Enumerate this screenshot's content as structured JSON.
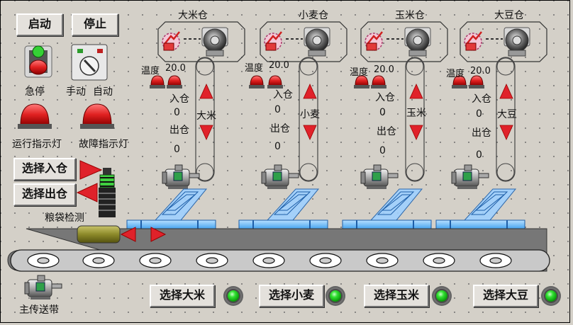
{
  "controls": {
    "start_label": "启动",
    "stop_label": "停止",
    "estop_label": "急停",
    "mode_manual_label": "手动",
    "mode_auto_label": "自动",
    "run_light_label": "运行指示灯",
    "fault_light_label": "故障指示灯",
    "select_in_label": "选择入仓",
    "select_out_label": "选择出仓",
    "bag_detect_label": "粮袋检测",
    "main_conveyor_label": "主传送带"
  },
  "silos": [
    {
      "name": "大米仓",
      "grain": "大米",
      "temp_label": "温度",
      "temp_value": "20.0",
      "in_label": "入仓",
      "in_count": "0",
      "out_label": "出仓",
      "out_count": "0",
      "select_label": "选择大米"
    },
    {
      "name": "小麦仓",
      "grain": "小麦",
      "temp_label": "温度",
      "temp_value": "20.0",
      "in_label": "入仓",
      "in_count": "0",
      "out_label": "出仓",
      "out_count": "0",
      "select_label": "选择小麦"
    },
    {
      "name": "玉米仓",
      "grain": "玉米",
      "temp_label": "温度",
      "temp_value": "20.0",
      "in_label": "入仓",
      "in_count": "0",
      "out_label": "出仓",
      "out_count": "0",
      "select_label": "选择玉米"
    },
    {
      "name": "大豆仓",
      "grain": "大豆",
      "temp_label": "温度",
      "temp_value": "20.0",
      "in_label": "入仓",
      "in_count": "0",
      "out_label": "出仓",
      "out_count": "0",
      "select_label": "选择大豆"
    }
  ],
  "colors": {
    "background": "#d4d0c8",
    "conveyor_blue": "#4aa6f0",
    "arrow_red": "#e0222a",
    "lamp_green": "#32e032",
    "lamp_red": "#e02020"
  },
  "icons": [
    "fan-icon",
    "heater-icon",
    "motor-icon",
    "alarm-light-icon",
    "emergency-stop-icon",
    "mode-switch-icon",
    "sensor-icon",
    "grain-bag-icon",
    "up-arrow-icon",
    "down-arrow-icon"
  ]
}
